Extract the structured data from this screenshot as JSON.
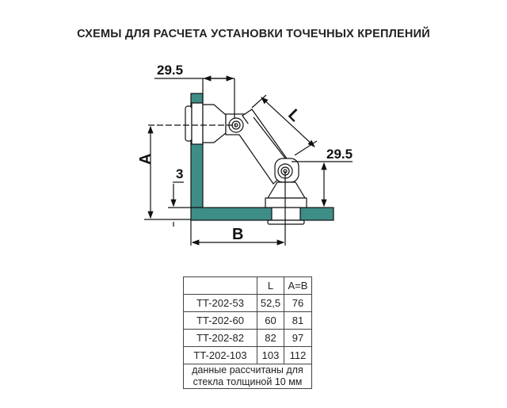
{
  "title": "СХЕМЫ ДЛЯ РАСЧЕТА УСТАНОВКИ ТОЧЕЧНЫХ КРЕПЛЕНИЙ",
  "diagram": {
    "labels": {
      "top_offset": "29.5",
      "right_offset": "29.5",
      "length": "L",
      "height": "A",
      "base": "B",
      "gap": "3"
    },
    "glass_color": "#3f8d87"
  },
  "table": {
    "headers": [
      "",
      "L",
      "A=B"
    ],
    "rows": [
      [
        "TT-202-53",
        "52,5",
        "76"
      ],
      [
        "TT-202-60",
        "60",
        "81"
      ],
      [
        "TT-202-82",
        "82",
        "97"
      ],
      [
        "TT-202-103",
        "103",
        "112"
      ]
    ],
    "note_line1": "данные рассчитаны для",
    "note_line2": "стекла толщиной 10 мм"
  }
}
